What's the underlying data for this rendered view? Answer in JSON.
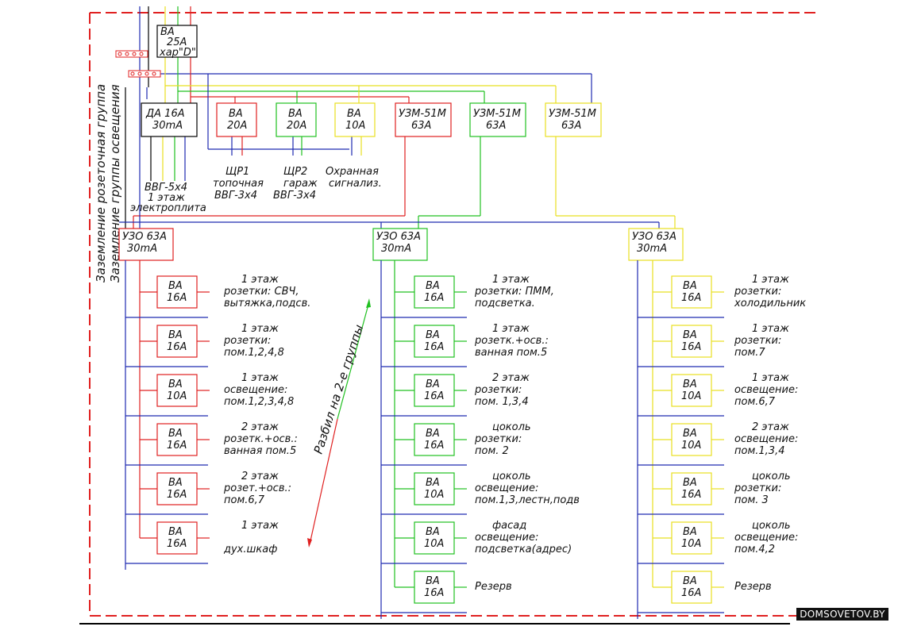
{
  "colors": {
    "red": "#e02020",
    "green": "#20c020",
    "yellow": "#e8e020",
    "blue": "#1f2ab0",
    "black": "#000000",
    "grey": "#7a7a7a"
  },
  "main_breaker": [
    "BA",
    "25A",
    "хар\"D\""
  ],
  "diff_breaker": [
    "ДА 16А",
    "30mA"
  ],
  "top_breakers": [
    [
      "BA",
      "20A"
    ],
    [
      "BA",
      "20A"
    ],
    [
      "BA",
      "10A"
    ]
  ],
  "relays": [
    [
      "УЗМ-51М",
      "63А"
    ],
    [
      "УЗМ-51М",
      "63А"
    ],
    [
      "УЗМ-51М",
      "63А"
    ]
  ],
  "feed_labels": {
    "stove": [
      "ВВГ-5х4",
      "1 этаж",
      "электроплита"
    ],
    "shr1": [
      "ЩР1",
      "топочная",
      "ВВГ-3х4"
    ],
    "shr2": [
      "ЩР2",
      "гараж",
      "ВВГ-3х4"
    ],
    "alarm": [
      "Охранная",
      "сигнализ."
    ]
  },
  "ground_labels": [
    "Заземление розеточная группа",
    "Заземление группы освещения"
  ],
  "uzo": [
    [
      "УЗО 63А",
      "30mA"
    ],
    [
      "УЗО 63А",
      "30mA"
    ],
    [
      "УЗО 63А",
      "30mA"
    ]
  ],
  "columns": [
    {
      "rows": [
        {
          "breaker": [
            "BA",
            "16A"
          ],
          "desc": [
            "1 этаж",
            "розетки: СВЧ,",
            "вытяжка,подсв."
          ]
        },
        {
          "breaker": [
            "BA",
            "16A"
          ],
          "desc": [
            "1 этаж",
            "розетки:",
            "пом.1,2,4,8"
          ]
        },
        {
          "breaker": [
            "BA",
            "10A"
          ],
          "desc": [
            "1 этаж",
            "освещение:",
            "пом.1,2,3,4,8"
          ]
        },
        {
          "breaker": [
            "BA",
            "16A"
          ],
          "desc": [
            "2 этаж",
            "розетк.+осв.:",
            "ванная пом.5"
          ]
        },
        {
          "breaker": [
            "BA",
            "16A"
          ],
          "desc": [
            "2 этаж",
            "розет.+осв.:",
            "пом.6,7"
          ]
        },
        {
          "breaker": [
            "BA",
            "16A"
          ],
          "desc": [
            "1 этаж",
            "",
            "дух.шкаф"
          ]
        }
      ]
    },
    {
      "rows": [
        {
          "breaker": [
            "BA",
            "16A"
          ],
          "desc": [
            "1 этаж",
            "розетки: ПММ,",
            "подсветка."
          ]
        },
        {
          "breaker": [
            "BA",
            "16A"
          ],
          "desc": [
            "1 этаж",
            "розетк.+осв.:",
            "ванная пом.5"
          ]
        },
        {
          "breaker": [
            "BA",
            "16A"
          ],
          "desc": [
            "2 этаж",
            "розетки:",
            "пом. 1,3,4"
          ]
        },
        {
          "breaker": [
            "BA",
            "16A"
          ],
          "desc": [
            "цоколь",
            "розетки:",
            "пом. 2"
          ]
        },
        {
          "breaker": [
            "BA",
            "10A"
          ],
          "desc": [
            "цоколь",
            "освещение:",
            "пом.1,3,лестн,подв"
          ]
        },
        {
          "breaker": [
            "BA",
            "10A"
          ],
          "desc": [
            "фасад",
            "освещение:",
            "подсветка(адрес)"
          ]
        },
        {
          "breaker": [
            "BA",
            "16A"
          ],
          "desc": [
            "",
            "Резерв",
            ""
          ]
        }
      ]
    },
    {
      "rows": [
        {
          "breaker": [
            "BA",
            "16A"
          ],
          "desc": [
            "1 этаж",
            "розетки:",
            "холодильник"
          ]
        },
        {
          "breaker": [
            "BA",
            "16A"
          ],
          "desc": [
            "1 этаж",
            "розетки:",
            "пом.7"
          ]
        },
        {
          "breaker": [
            "BA",
            "10A"
          ],
          "desc": [
            "1 этаж",
            "освещение:",
            "пом.6,7"
          ]
        },
        {
          "breaker": [
            "BA",
            "10A"
          ],
          "desc": [
            "2 этаж",
            "освещение:",
            "пом.1,3,4"
          ]
        },
        {
          "breaker": [
            "BA",
            "16A"
          ],
          "desc": [
            "цоколь",
            "розетки:",
            "пом. 3"
          ]
        },
        {
          "breaker": [
            "BA",
            "10A"
          ],
          "desc": [
            "цоколь",
            "освещение:",
            "пом.4,2"
          ]
        },
        {
          "breaker": [
            "BA",
            "16A"
          ],
          "desc": [
            "",
            "Резерв",
            ""
          ]
        }
      ]
    }
  ],
  "split_note": "Разбил на 2-е группы",
  "watermark": "DOMSOVETOV.BY"
}
